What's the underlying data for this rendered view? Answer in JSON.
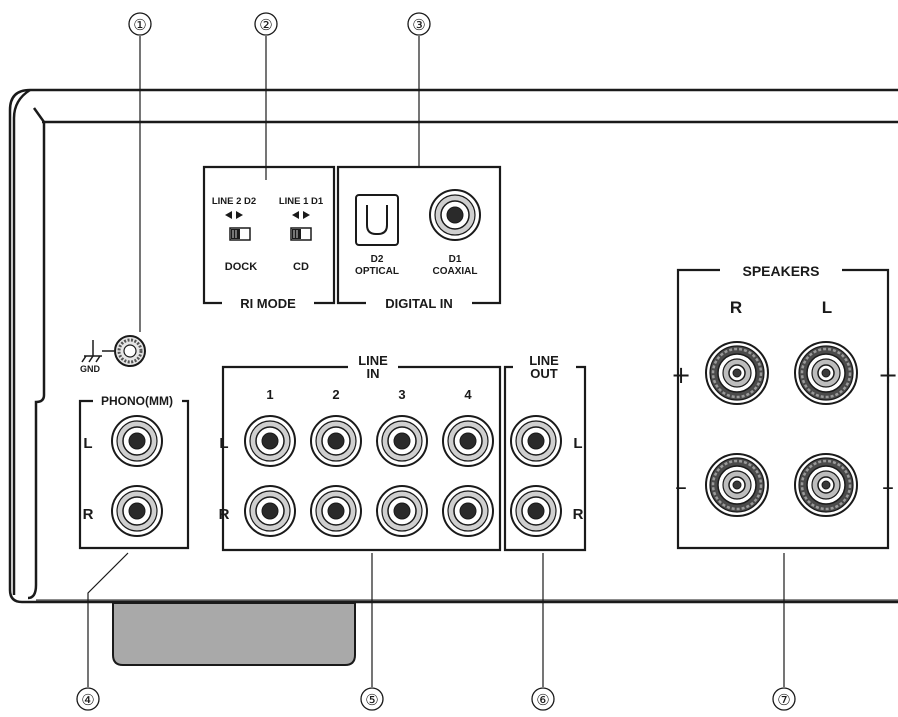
{
  "callouts": [
    "①",
    "②",
    "③",
    "④",
    "⑤",
    "⑥",
    "⑦"
  ],
  "gnd": {
    "label": "GND",
    "icon": "ground-icon"
  },
  "phono": {
    "title": "PHONO(MM)",
    "left": "L",
    "right": "R"
  },
  "ri_mode": {
    "title": "RI MODE",
    "switches": [
      {
        "top": "LINE 2  D2",
        "bottom": "DOCK"
      },
      {
        "top": "LINE 1  D1",
        "bottom": "CD"
      }
    ]
  },
  "digital_in": {
    "title": "DIGITAL IN",
    "optical_id": "D2",
    "optical_label": "OPTICAL",
    "coaxial_id": "D1",
    "coaxial_label": "COAXIAL"
  },
  "line_in": {
    "title_1": "LINE",
    "title_2": "IN",
    "channels": [
      "1",
      "2",
      "3",
      "4"
    ],
    "left": "L",
    "right": "R"
  },
  "line_out": {
    "title_1": "LINE",
    "title_2": "OUT",
    "left": "L",
    "right": "R"
  },
  "speakers": {
    "title": "SPEAKERS",
    "right_label": "R",
    "left_label": "L",
    "plus": "+",
    "minus": "–"
  }
}
